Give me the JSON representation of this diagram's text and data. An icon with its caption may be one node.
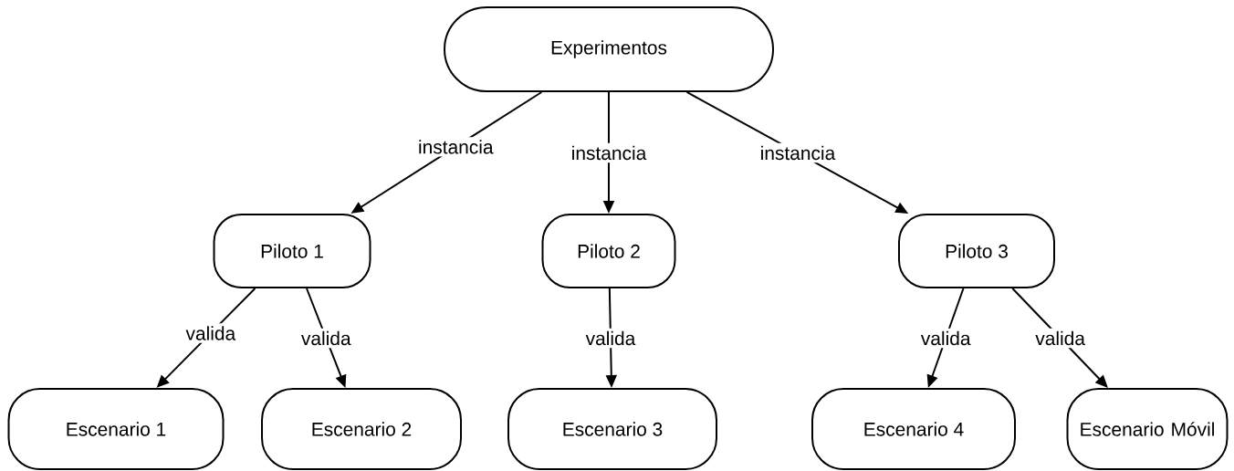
{
  "diagram": {
    "nodes": [
      {
        "text": [
          "Experimentos"
        ]
      },
      {
        "text": [
          "Piloto 1"
        ]
      },
      {
        "text": [
          "Piloto 2"
        ]
      },
      {
        "text": [
          "Piloto 3"
        ]
      },
      {
        "text": [
          "Escenario 1"
        ]
      },
      {
        "text": [
          "Escenario 2"
        ]
      },
      {
        "text": [
          "Escenario 3"
        ]
      },
      {
        "text": [
          "Escenario 4"
        ]
      },
      {
        "text": [
          "Escenario Móvil"
        ]
      }
    ],
    "edges": [
      {
        "from": 0,
        "to": 1,
        "arrow": "to",
        "label": "instancia"
      },
      {
        "from": 0,
        "to": 2,
        "arrow": "to",
        "label": "instancia"
      },
      {
        "from": 0,
        "to": 3,
        "arrow": "to",
        "label": "instancia"
      },
      {
        "from": 1,
        "to": 4,
        "arrow": "to",
        "label": "valida"
      },
      {
        "from": 1,
        "to": 5,
        "arrow": "to",
        "label": "valida"
      },
      {
        "from": 2,
        "to": 6,
        "arrow": "to",
        "label": "valida"
      },
      {
        "from": 3,
        "to": 7,
        "arrow": "to",
        "label": "valida"
      },
      {
        "from": 3,
        "to": 8,
        "arrow": "to",
        "label": "valida"
      }
    ]
  }
}
